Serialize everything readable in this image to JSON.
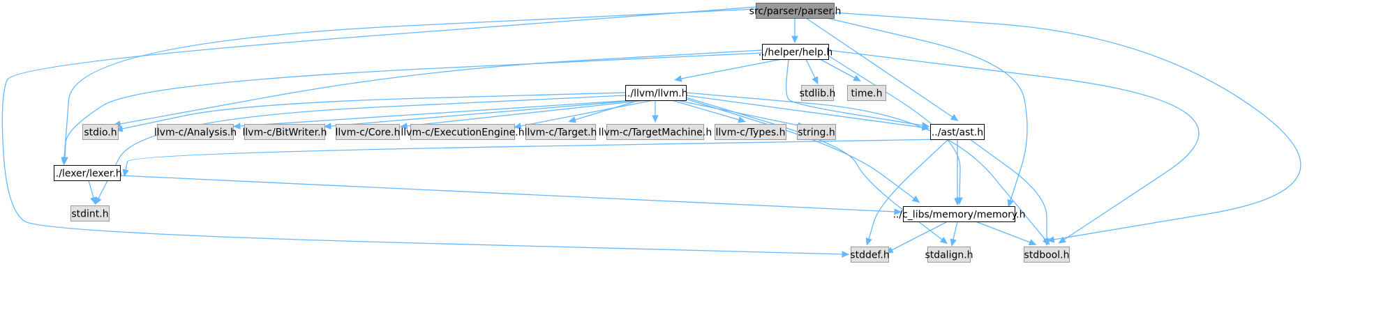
{
  "graph": {
    "colors": {
      "edge": "#63b8ff",
      "node_root_fill": "#999999",
      "node_root_border": "#666666",
      "node_internal_fill": "#ffffff",
      "node_internal_border": "#000000",
      "node_system_fill": "#e0e0e0",
      "node_system_border": "#999999"
    },
    "nodes": {
      "parser": {
        "label": "src/parser/parser.h",
        "kind": "root"
      },
      "help": {
        "label": "../helper/help.h",
        "kind": "internal"
      },
      "llvm": {
        "label": "../llvm/llvm.h",
        "kind": "internal"
      },
      "ast": {
        "label": "../ast/ast.h",
        "kind": "internal"
      },
      "lexer": {
        "label": "../lexer/lexer.h",
        "kind": "internal"
      },
      "memory": {
        "label": "../c_libs/memory/memory.h",
        "kind": "internal"
      },
      "stdlib": {
        "label": "stdlib.h",
        "kind": "system"
      },
      "time": {
        "label": "time.h",
        "kind": "system"
      },
      "stdio": {
        "label": "stdio.h",
        "kind": "system"
      },
      "analysis": {
        "label": "llvm-c/Analysis.h",
        "kind": "system"
      },
      "bitwriter": {
        "label": "llvm-c/BitWriter.h",
        "kind": "system"
      },
      "core": {
        "label": "llvm-c/Core.h",
        "kind": "system"
      },
      "exec": {
        "label": "llvm-c/ExecutionEngine.h",
        "kind": "system"
      },
      "target": {
        "label": "llvm-c/Target.h",
        "kind": "system"
      },
      "targetmachine": {
        "label": "llvm-c/TargetMachine.h",
        "kind": "system"
      },
      "types": {
        "label": "llvm-c/Types.h",
        "kind": "system"
      },
      "string": {
        "label": "string.h",
        "kind": "system"
      },
      "stdint": {
        "label": "stdint.h",
        "kind": "system"
      },
      "stddef": {
        "label": "stddef.h",
        "kind": "system"
      },
      "stdalign": {
        "label": "stdalign.h",
        "kind": "system"
      },
      "stdbool": {
        "label": "stdbool.h",
        "kind": "system"
      }
    },
    "edges": [
      [
        "parser",
        "help"
      ],
      [
        "parser",
        "ast"
      ],
      [
        "parser",
        "lexer"
      ],
      [
        "parser",
        "memory"
      ],
      [
        "parser",
        "stdbool"
      ],
      [
        "parser",
        "stddef"
      ],
      [
        "help",
        "llvm"
      ],
      [
        "help",
        "stdlib"
      ],
      [
        "help",
        "time"
      ],
      [
        "help",
        "ast"
      ],
      [
        "help",
        "stdio"
      ],
      [
        "help",
        "lexer"
      ],
      [
        "help",
        "memory"
      ],
      [
        "help",
        "stdbool"
      ],
      [
        "llvm",
        "stdio"
      ],
      [
        "llvm",
        "analysis"
      ],
      [
        "llvm",
        "bitwriter"
      ],
      [
        "llvm",
        "core"
      ],
      [
        "llvm",
        "exec"
      ],
      [
        "llvm",
        "target"
      ],
      [
        "llvm",
        "targetmachine"
      ],
      [
        "llvm",
        "types"
      ],
      [
        "llvm",
        "string"
      ],
      [
        "llvm",
        "ast"
      ],
      [
        "llvm",
        "memory"
      ],
      [
        "llvm",
        "stdint"
      ],
      [
        "llvm",
        "stdbool"
      ],
      [
        "llvm",
        "stdalign"
      ],
      [
        "ast",
        "lexer"
      ],
      [
        "ast",
        "memory"
      ],
      [
        "ast",
        "stddef"
      ],
      [
        "ast",
        "stdbool"
      ],
      [
        "lexer",
        "stdint"
      ],
      [
        "lexer",
        "memory"
      ],
      [
        "memory",
        "stddef"
      ],
      [
        "memory",
        "stdalign"
      ],
      [
        "memory",
        "stdbool"
      ]
    ]
  }
}
